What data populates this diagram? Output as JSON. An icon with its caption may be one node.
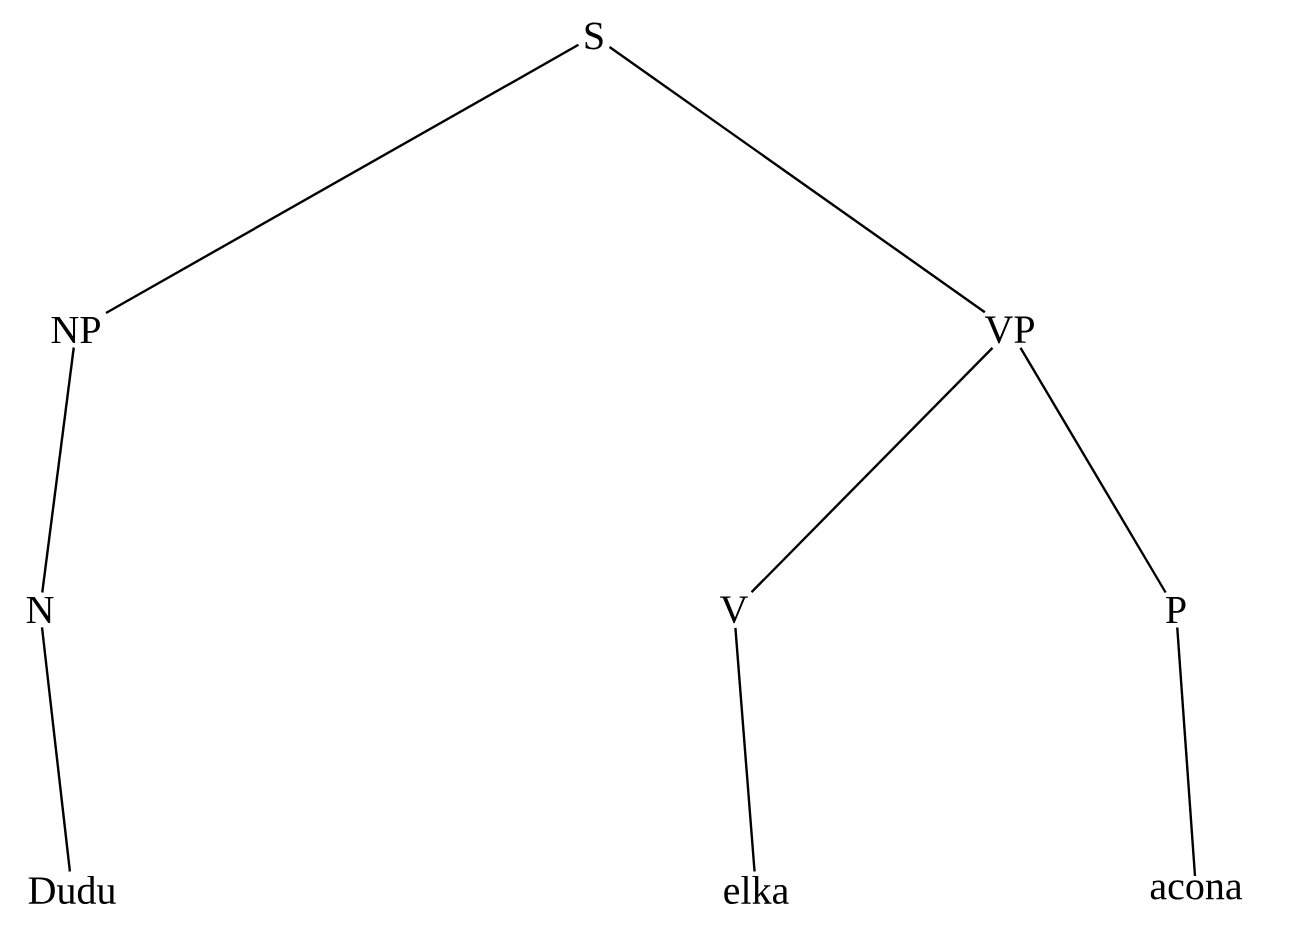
{
  "diagram": {
    "nodes": [
      {
        "text": [
          "S"
        ]
      },
      {
        "text": [
          "NP"
        ]
      },
      {
        "text": [
          "VP"
        ]
      },
      {
        "text": [
          "N"
        ]
      },
      {
        "text": [
          "V"
        ]
      },
      {
        "text": [
          "P"
        ]
      },
      {
        "text": [
          "Dudu"
        ]
      },
      {
        "text": [
          "elka"
        ]
      },
      {
        "text": [
          "acona"
        ]
      }
    ],
    "edges": [
      {
        "from": 0,
        "to": 1,
        "arrow": "none"
      },
      {
        "from": 0,
        "to": 2,
        "arrow": "none"
      },
      {
        "from": 1,
        "to": 3,
        "arrow": "none"
      },
      {
        "from": 2,
        "to": 4,
        "arrow": "none"
      },
      {
        "from": 2,
        "to": 5,
        "arrow": "none"
      },
      {
        "from": 3,
        "to": 6,
        "arrow": "none"
      },
      {
        "from": 4,
        "to": 7,
        "arrow": "none"
      },
      {
        "from": 5,
        "to": 8,
        "arrow": "none"
      }
    ]
  }
}
